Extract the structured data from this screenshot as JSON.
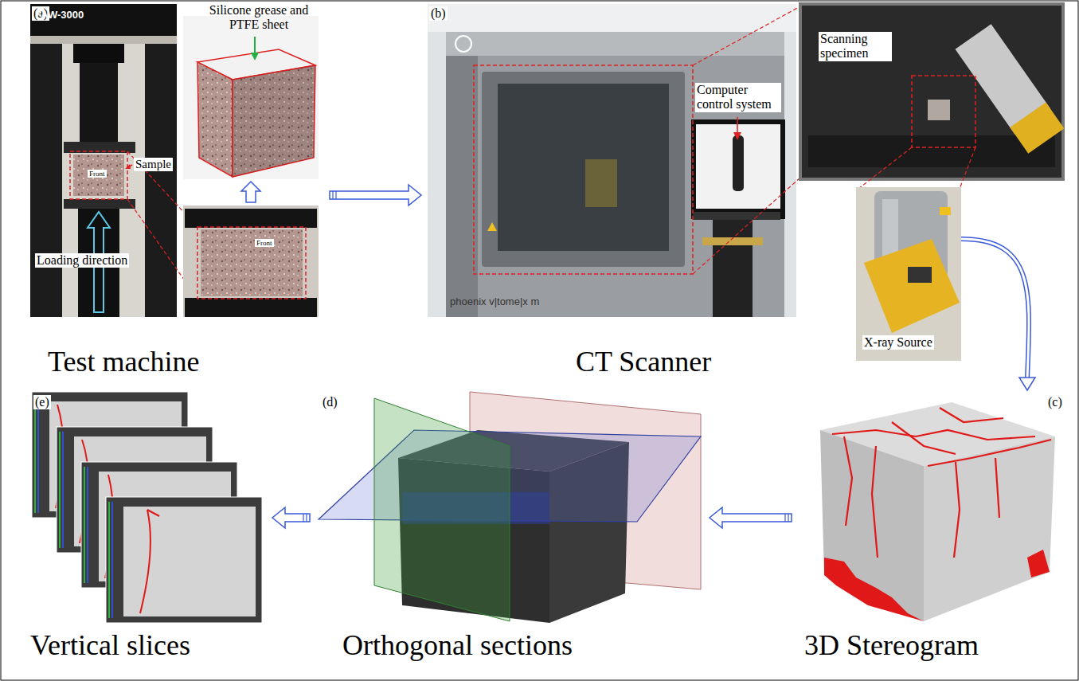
{
  "diagram": {
    "nodes": [
      {
        "text": [
          "(a)",
          "Test machine"
        ]
      },
      {
        "text": [
          "(b)",
          "CT Scanner"
        ]
      },
      {
        "text": [
          "X-ray Source"
        ],
        "in": 1
      },
      {
        "text": [
          "(c)",
          "3D Stereogram"
        ]
      },
      {
        "text": [
          "(d)",
          "Orthogonal sections"
        ]
      },
      {
        "text": [
          "(e)",
          "Vertical slices"
        ]
      }
    ],
    "edges": [
      {
        "from": 0,
        "to": 1,
        "arrow": "to"
      },
      {
        "from": 2,
        "to": 3,
        "arrow": "to"
      },
      {
        "from": 3,
        "to": 4,
        "arrow": "to"
      },
      {
        "from": 4,
        "to": 5,
        "arrow": "to"
      }
    ],
    "labels": [
      "FAW-3000",
      "Silicone grease and PTFE sheet",
      "Sample",
      "Front",
      "Front",
      "Loading direction",
      "Computer control system",
      "Scanning specimen",
      "phoenix v|tome|x m"
    ]
  }
}
